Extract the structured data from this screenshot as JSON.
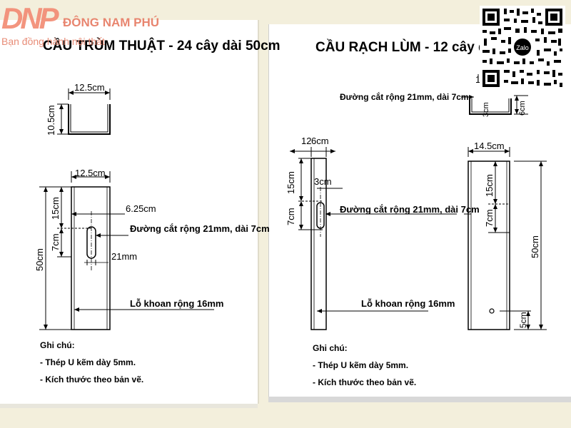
{
  "brand": {
    "logo": "DNP",
    "name": "ĐÔNG NAM PHÚ",
    "tagline": "Bạn đồng hành nội thất"
  },
  "qr": {
    "badge": "Zalo"
  },
  "left_drawing": {
    "title": "CẦU TRÙM THUẬT - 24 cây dài 50cm",
    "profile_width": "12.5cm",
    "profile_height": "10.5cm",
    "plate_width": "12.5cm",
    "total_length": "50cm",
    "dim_15cm": "15cm",
    "dim_7cm": "7cm",
    "dim_625cm": "6.25cm",
    "dim_21mm": "21mm",
    "slot_label": "Đường cắt rộng 21mm, dài 7cm",
    "hole_label": "Lỗ khoan rộng 16mm",
    "notes_title": "Ghi chú:",
    "note_1": "- Thép U kẽm dày 5mm.",
    "note_2": "- Kích thước theo bản vẽ."
  },
  "right_drawing": {
    "title": "CẦU RẠCH LÙM - 12 cây dài 5",
    "profile_slot_label": "Đường cắt rộng 21mm, dài 7cm",
    "profile_3cm": "3cm",
    "profile_6cm": "6cm",
    "profile_1": "1",
    "side_12": "12",
    "side_6cm": "6cm",
    "side_15cm": "15cm",
    "side_3cm": "3cm",
    "side_7cm": "7cm",
    "front_width": "14.5cm",
    "front_15cm": "15cm",
    "front_7cm": "7cm",
    "total_length": "50cm",
    "dim_5cm": "5cm",
    "slot_label": "Đường cắt rộng 21mm, dài 7cm",
    "hole_label": "Lỗ khoan rộng 16mm",
    "notes_title": "Ghi chú:",
    "note_1": "- Thép U kẽm dày 5mm.",
    "note_2": "- Kích thước theo bản vẽ."
  }
}
